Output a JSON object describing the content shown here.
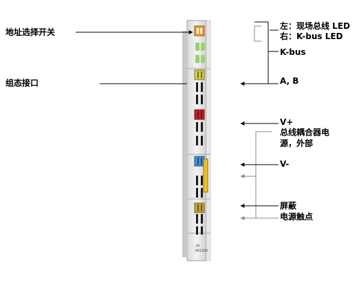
{
  "labels": {
    "address_switch": "地址选择开关",
    "config_interface": "组态接口",
    "left_fieldbus_led": "左：现场总线 LED",
    "right_kbus_led": "右：K-bus LED",
    "kbus": "K-bus",
    "ab": "A, B",
    "vplus": "V+",
    "supply_line1": "总线耦合器电",
    "supply_line2": "源，外部",
    "vminus": "V-",
    "shield": "屏蔽",
    "power_contact": "电源触点"
  },
  "device": {
    "model": "EK1100",
    "prefix": "JO"
  },
  "colors": {
    "orange": "#f0a040",
    "green": "#9cd070",
    "yellow_green": "#d4d44a",
    "red": "#c8202a",
    "blue": "#4a90d0",
    "yellow": "#f0c020",
    "olive": "#c0a040"
  }
}
